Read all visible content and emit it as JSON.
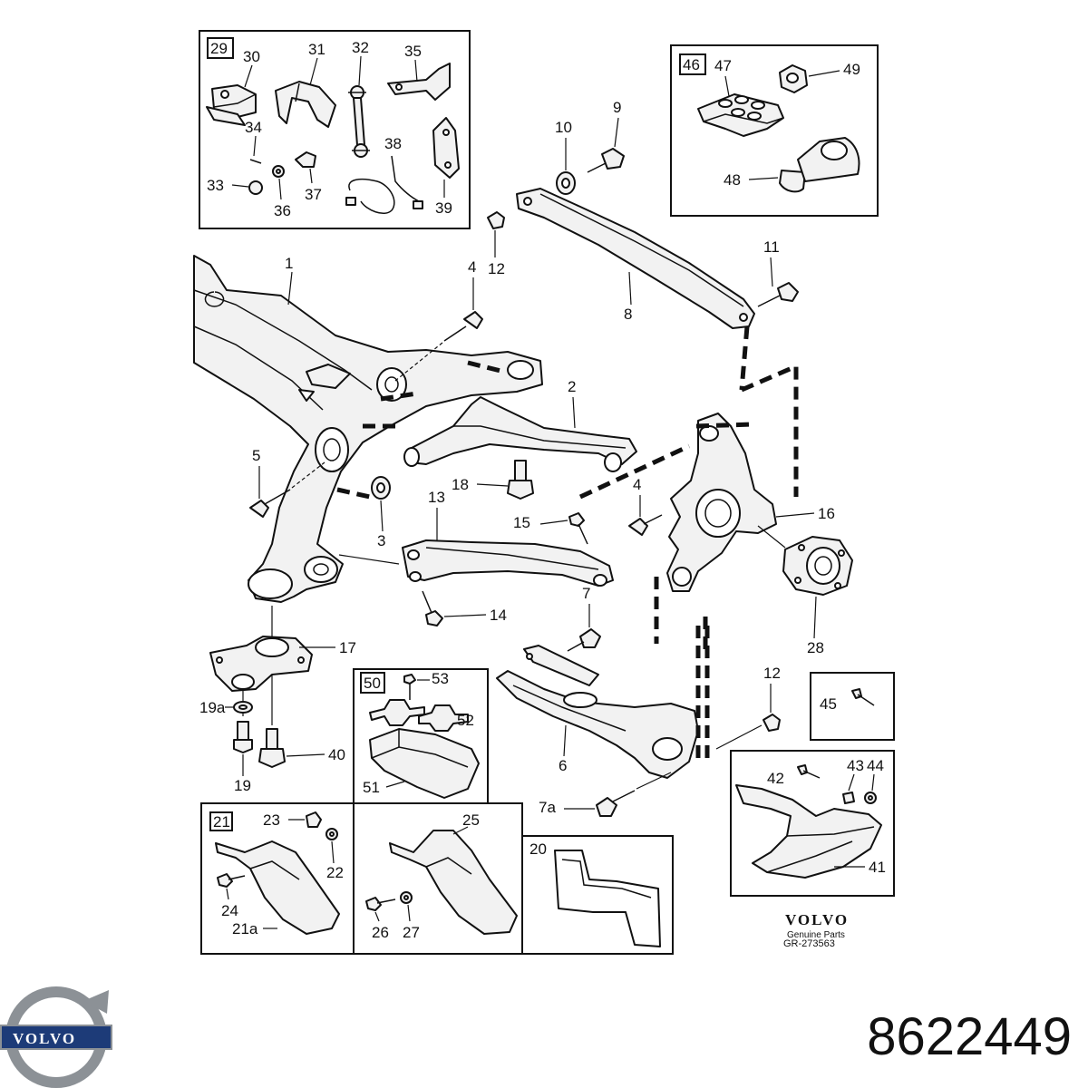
{
  "callouts": {
    "c1": "1",
    "c2": "2",
    "c3": "3",
    "c4a": "4",
    "c4b": "4",
    "c5": "5",
    "c6": "6",
    "c7": "7",
    "c7a": "7a",
    "c8": "8",
    "c9": "9",
    "c10": "10",
    "c11": "11",
    "c12a": "12",
    "c12b": "12",
    "c13": "13",
    "c14": "14",
    "c15": "15",
    "c16": "16",
    "c17": "17",
    "c18": "18",
    "c19": "19",
    "c19a": "19a",
    "c20": "20",
    "c21": "21",
    "c21a": "21a",
    "c22": "22",
    "c23": "23",
    "c24": "24",
    "c25": "25",
    "c26": "26",
    "c27": "27",
    "c28": "28",
    "c29": "29",
    "c30": "30",
    "c31": "31",
    "c32": "32",
    "c33": "33",
    "c34": "34",
    "c35": "35",
    "c36": "36",
    "c37": "37",
    "c38": "38",
    "c39": "39",
    "c40": "40",
    "c41": "41",
    "c42": "42",
    "c43": "43",
    "c44": "44",
    "c45": "45",
    "c46": "46",
    "c47": "47",
    "c48": "48",
    "c49": "49",
    "c50": "50",
    "c51": "51",
    "c52": "52",
    "c53": "53"
  },
  "brand": {
    "wordmark": "VOLVO",
    "subtitle": "Genuine Parts",
    "figure_ref": "GR-273563",
    "logo_text": "VOLVO"
  },
  "part_number": "8622449",
  "colors": {
    "line": "#111111",
    "fill": "#f2f2f2",
    "logo_silver": "#8c9196",
    "logo_blue": "#1d3b78"
  },
  "icons": [
    "volvo-iron-mark-logo"
  ]
}
